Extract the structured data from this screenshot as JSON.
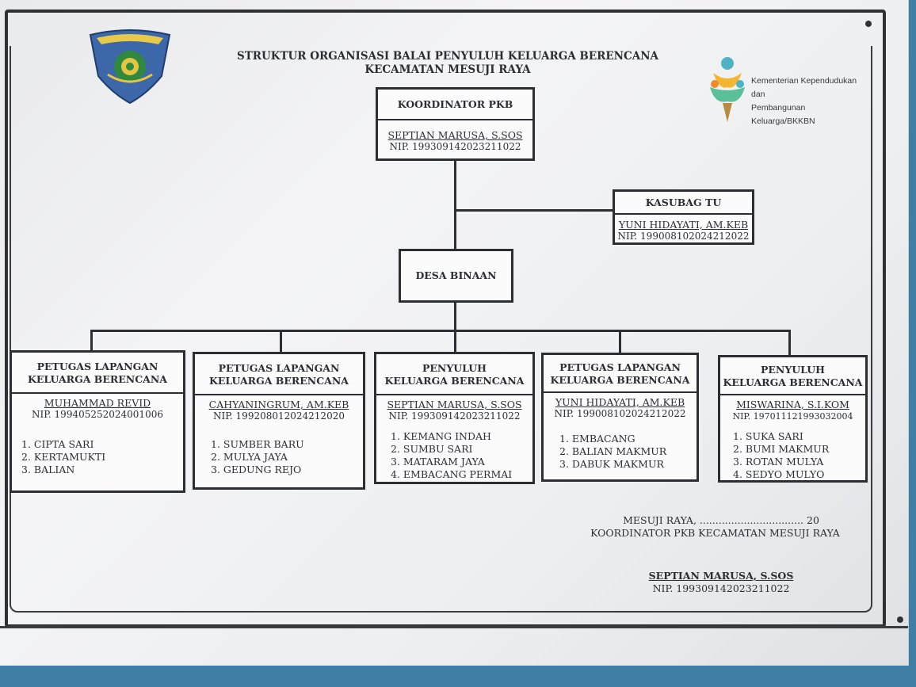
{
  "title": {
    "line1": "STRUKTUR ORGANISASI BALAI PENYULUH KELUARGA BERENCANA",
    "line2": "KECAMATAN MESUJI RAYA"
  },
  "logo_right": {
    "line1": "Kementerian Kependudukan dan",
    "line2": "Pembangunan Keluarga/BKKBN"
  },
  "koordinator": {
    "title": "KOORDINATOR PKB",
    "name": "SEPTIAN MARUSA, S.SOS",
    "nip": "NIP. 199309142023211022"
  },
  "kasubag": {
    "title": "KASUBAG TU",
    "name": "YUNI HIDAYATI, AM.KEB",
    "nip": "NIP. 199008102024212022"
  },
  "desa": {
    "title": "DESA BINAAN"
  },
  "staff": [
    {
      "title1": "PETUGAS LAPANGAN",
      "title2": "KELUARGA BERENCANA",
      "name": "MUHAMMAD REVID",
      "nip": "NIP. 199405252024001006",
      "villages": [
        "1. CIPTA SARI",
        "2. KERTAMUKTI",
        "3. BALIAN"
      ]
    },
    {
      "title1": "PETUGAS LAPANGAN",
      "title2": "KELUARGA BERENCANA",
      "name": "CAHYANINGRUM, AM.KEB",
      "nip": "NIP. 199208012024212020",
      "villages": [
        "1. SUMBER BARU",
        "2. MULYA JAYA",
        "3. GEDUNG REJO"
      ]
    },
    {
      "title1": "PENYULUH",
      "title2": "KELUARGA BERENCANA",
      "name": "SEPTIAN MARUSA, S.SOS",
      "nip": "NIP. 199309142023211022",
      "villages": [
        "1. KEMANG INDAH",
        "2. SUMBU SARI",
        "3. MATARAM JAYA",
        "4. EMBACANG PERMAI"
      ]
    },
    {
      "title1": "PETUGAS LAPANGAN",
      "title2": "KELUARGA BERENCANA",
      "name": "YUNI HIDAYATI, AM.KEB",
      "nip": "NIP. 199008102024212022",
      "villages": [
        "1. EMBACANG",
        "2. BALIAN MAKMUR",
        "3. DABUK MAKMUR"
      ]
    },
    {
      "title1": "PENYULUH",
      "title2": "KELUARGA BERENCANA",
      "name": "MISWARINA, S.I.KOM",
      "nip": "NIP. 197011121993032004",
      "villages": [
        "1. SUKA SARI",
        "2. BUMI MAKMUR",
        "3. ROTAN MULYA",
        "4. SEDYO MULYO"
      ]
    }
  ],
  "signature": {
    "place": "MESUJI RAYA, ................................. 20",
    "role": "KOORDINATOR PKB KECAMATAN MESUJI RAYA",
    "name": "SEPTIAN MARUSA, S.SOS",
    "nip": "NIP. 199309142023211022"
  }
}
